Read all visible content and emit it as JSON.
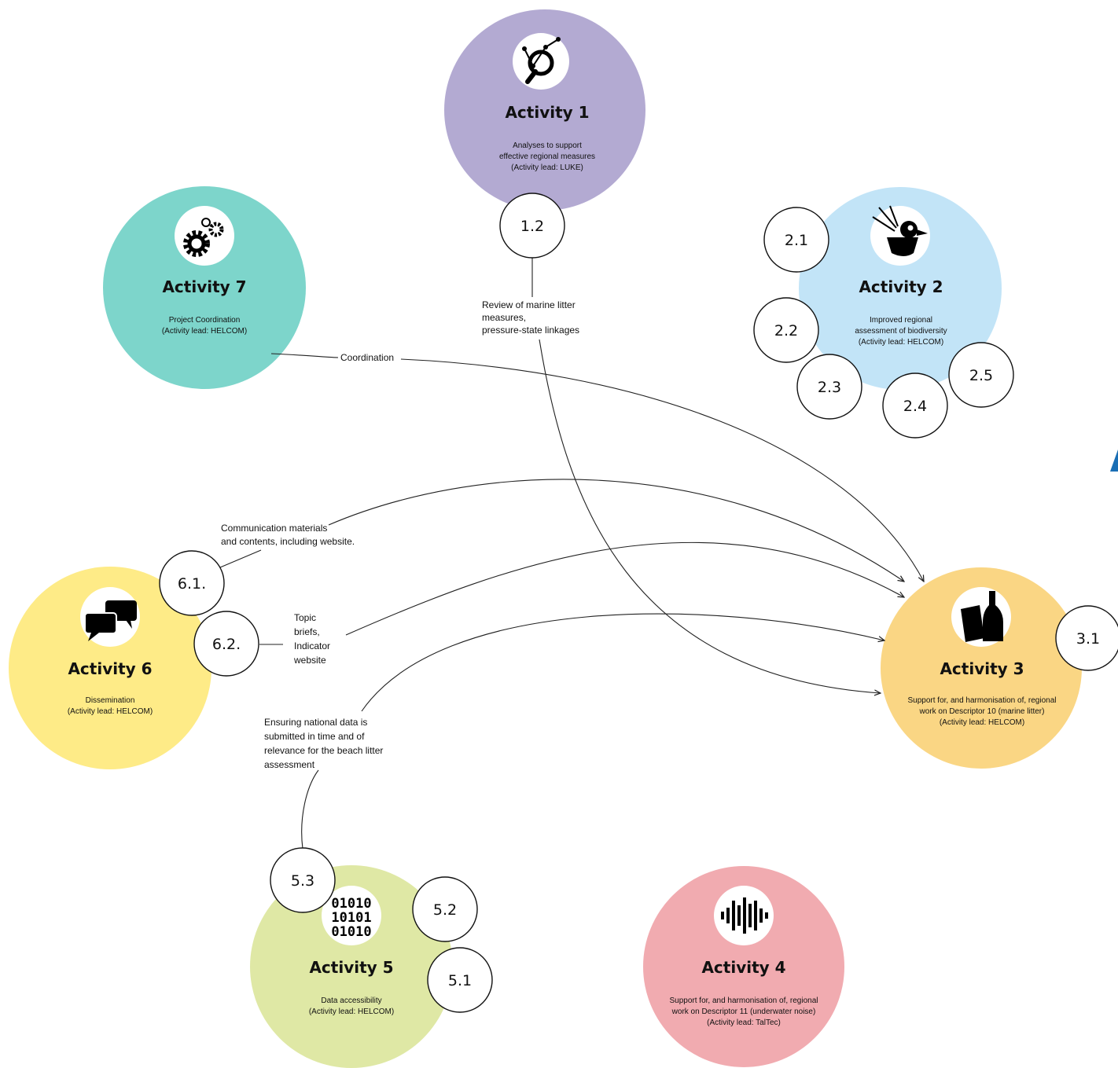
{
  "colors": {
    "activity1": "#b3aad2",
    "activity2": "#c2e4f7",
    "activity3": "#fad684",
    "activity4": "#f1abb0",
    "activity5": "#dfe8a5",
    "activity6": "#feeb87",
    "activity7": "#7dd5cb",
    "accent_blue": "#1a6fb5"
  },
  "activities": {
    "a1": {
      "title": "Activity 1",
      "desc": [
        "Analyses to support",
        "effective regional measures",
        "(Activity lead: LUKE)"
      ],
      "icon": "magnifier-chart-icon"
    },
    "a2": {
      "title": "Activity 2",
      "desc": [
        "Improved regional",
        "assessment of biodiversity",
        "(Activity lead: HELCOM)"
      ],
      "icon": "bird-icon"
    },
    "a3": {
      "title": "Activity 3",
      "desc": [
        "Support for, and harmonisation of, regional",
        "work on Descriptor 10 (marine litter)",
        "(Activity lead: HELCOM)"
      ],
      "icon": "litter-bottle-icon"
    },
    "a4": {
      "title": "Activity 4",
      "desc": [
        "Support for, and harmonisation of, regional",
        "work on Descriptor 11 (underwater noise)",
        "(Activity lead: TalTec)"
      ],
      "icon": "sound-wave-icon"
    },
    "a5": {
      "title": "Activity 5",
      "desc": [
        "Data accessibility",
        "(Activity lead: HELCOM)"
      ],
      "icon": "binary-data-icon",
      "icon_text": [
        "01010",
        "10101",
        "01010"
      ]
    },
    "a6": {
      "title": "Activity 6",
      "desc": [
        "Dissemination",
        "(Activity lead: HELCOM)"
      ],
      "icon": "speech-bubbles-icon"
    },
    "a7": {
      "title": "Activity 7",
      "desc": [
        "Project Coordination",
        "(Activity lead: HELCOM)"
      ],
      "icon": "gears-icon"
    }
  },
  "subtasks": {
    "s1_2": "1.2",
    "s2_1": "2.1",
    "s2_2": "2.2",
    "s2_3": "2.3",
    "s2_4": "2.4",
    "s2_5": "2.5",
    "s3_1": "3.1",
    "s5_1": "5.1",
    "s5_2": "5.2",
    "s5_3": "5.3",
    "s6_1": "6.1.",
    "s6_2": "6.2."
  },
  "links": {
    "coordination": "Coordination",
    "review": [
      "Review of marine litter",
      "measures,",
      "pressure-state linkages"
    ],
    "communication": [
      "Communication materials",
      "and contents, including website."
    ],
    "topic": [
      "Topic",
      "briefs,",
      "Indicator",
      "website"
    ],
    "ensuring": [
      "Ensuring national data is",
      "submitted in time and of",
      "relevance for the beach litter",
      "assessment"
    ]
  }
}
